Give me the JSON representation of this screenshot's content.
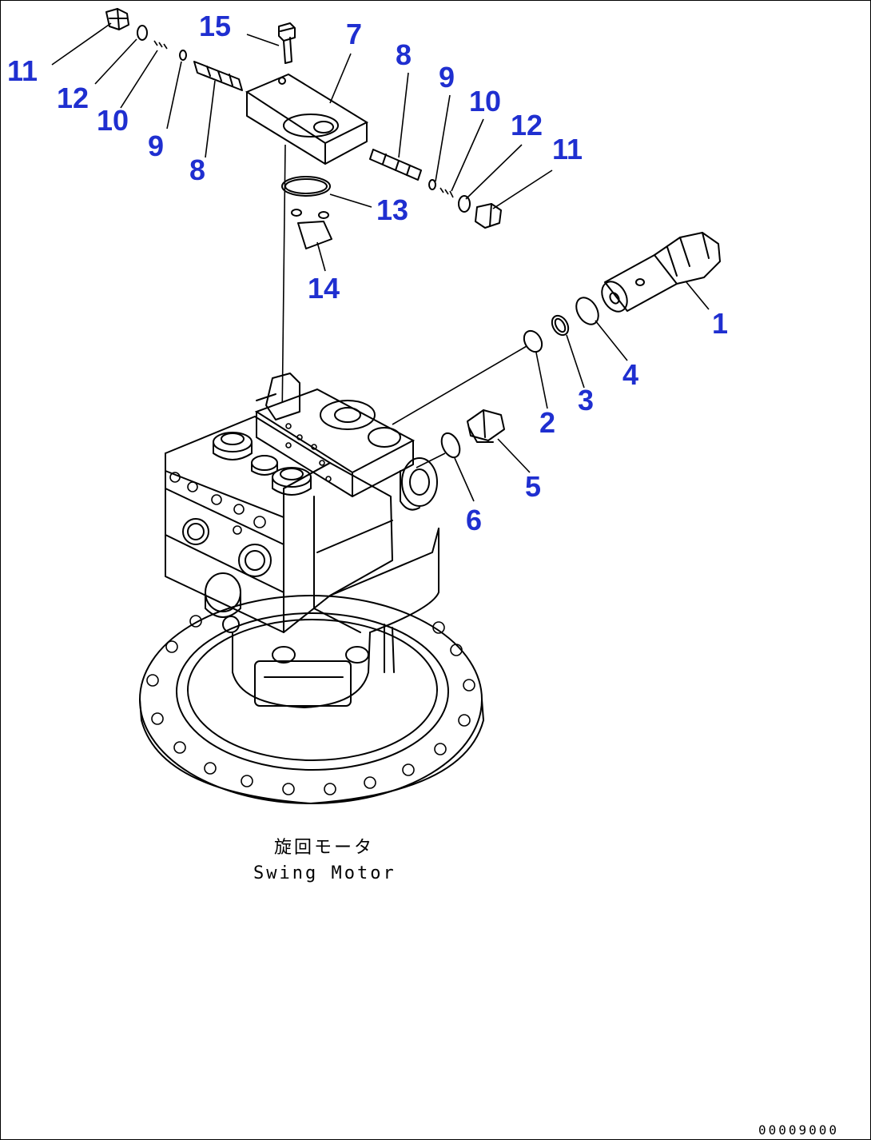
{
  "diagram": {
    "caption_ja": "旋回モータ",
    "caption_en": "Swing Motor",
    "drawing_code": "00009000",
    "callouts": {
      "c1": "1",
      "c2": "2",
      "c3": "3",
      "c4": "4",
      "c5": "5",
      "c6": "6",
      "c7": "7",
      "c8a": "8",
      "c8b": "8",
      "c9a": "9",
      "c9b": "9",
      "c10a": "10",
      "c10b": "10",
      "c11a": "11",
      "c11b": "11",
      "c12a": "12",
      "c12b": "12",
      "c13": "13",
      "c14": "14",
      "c15": "15"
    },
    "callout_color": "#1f2fd0"
  }
}
